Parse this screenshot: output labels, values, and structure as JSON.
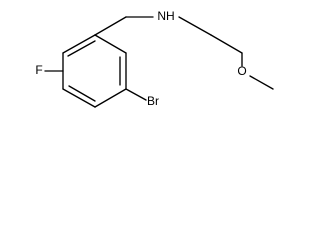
{
  "molecule": {
    "atoms": {
      "fluorine": "F",
      "bromine": "Br",
      "nitrogen_hydrogen": "NH",
      "oxygen": "O"
    }
  },
  "colors": {
    "background": "#ffffff",
    "ink": "#000000"
  }
}
